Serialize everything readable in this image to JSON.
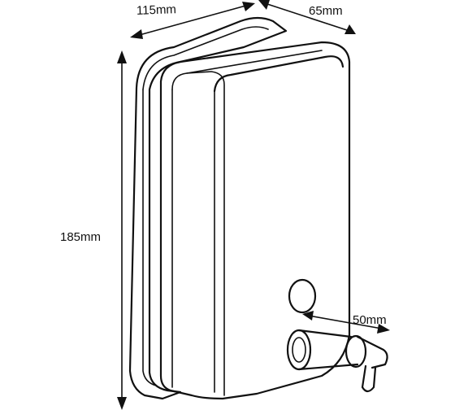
{
  "dimensions": {
    "width": "115mm",
    "depth": "65mm",
    "height": "185mm",
    "spout": "50mm"
  },
  "colors": {
    "line": "#111111",
    "background": "#ffffff"
  }
}
